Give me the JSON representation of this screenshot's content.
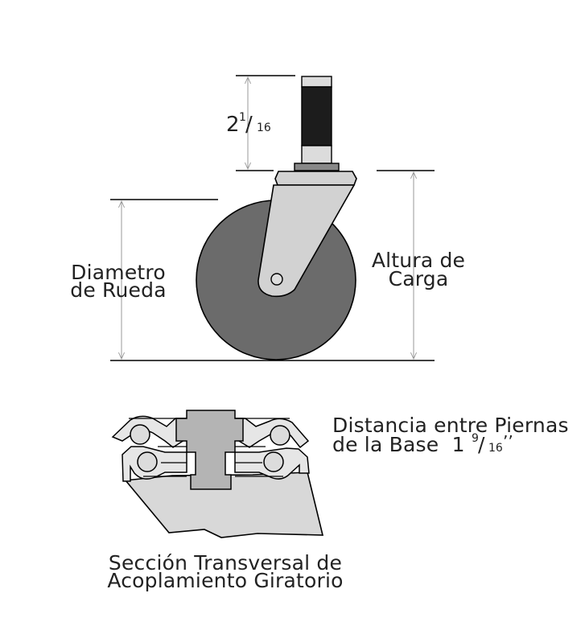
{
  "labels": {
    "stem_dimension": {
      "whole": "2",
      "numerator": "1",
      "denominator": "16"
    },
    "wheel_diameter": [
      "Diametro",
      "de Rueda"
    ],
    "load_height": [
      "Altura de",
      "Carga"
    ],
    "leg_distance": {
      "line1": "Distancia entre Piernas",
      "line2_prefix": "de la Base  1",
      "numerator": "9",
      "denominator": "16",
      "suffix": "’’"
    },
    "section_title": [
      "Sección Transversal de",
      "Acoplamiento Giratorio"
    ]
  },
  "colors": {
    "wheel": "#6b6b6b",
    "fork": "#d2d2d2",
    "grip": "#1c1c1c",
    "stem": "#dcdcdc",
    "bearing_base": "#d8d8d8",
    "hub": "#b4b4b4",
    "dimension_line": "#999999"
  }
}
